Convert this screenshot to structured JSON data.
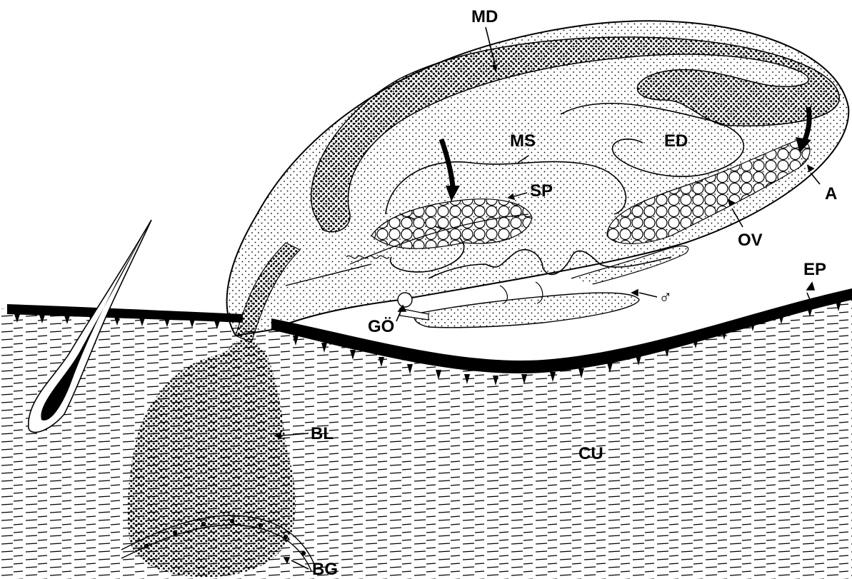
{
  "colors": {
    "ink": "#000000",
    "paper": "#ffffff"
  },
  "labels": {
    "md": "MD",
    "ms": "MS",
    "ed": "ED",
    "sp": "SP",
    "a": "A",
    "ov": "OV",
    "ep": "EP",
    "go": "GÖ",
    "male": "♂",
    "bl": "BL",
    "cu": "CU",
    "bg": "BG"
  }
}
